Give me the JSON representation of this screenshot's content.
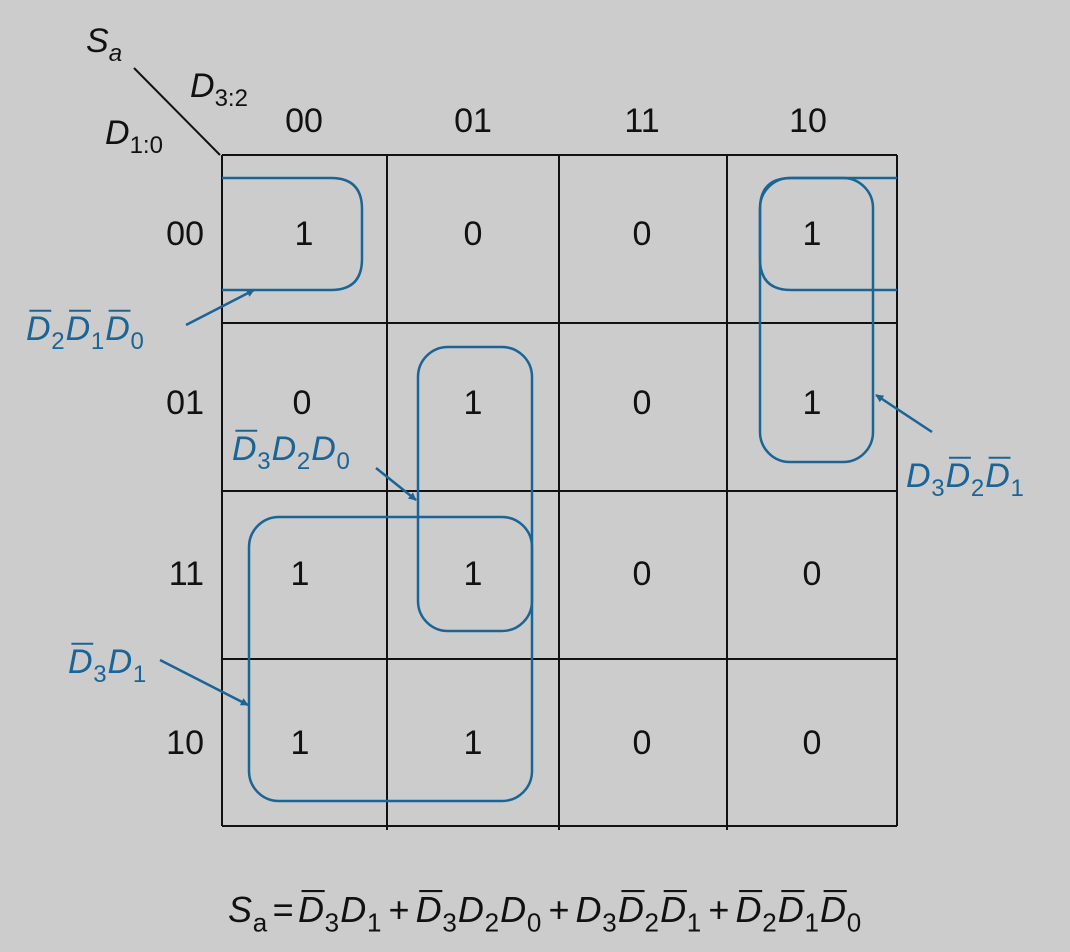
{
  "corner": {
    "output": "S",
    "output_sub": "a",
    "col_var": "D",
    "col_sub": "3:2",
    "row_var": "D",
    "row_sub": "1:0"
  },
  "col_labels": [
    "00",
    "01",
    "11",
    "10"
  ],
  "row_labels": [
    "00",
    "01",
    "11",
    "10"
  ],
  "cells": [
    [
      "1",
      "0",
      "0",
      "1"
    ],
    [
      "0",
      "1",
      "0",
      "1"
    ],
    [
      "1",
      "1",
      "0",
      "0"
    ],
    [
      "1",
      "1",
      "0",
      "0"
    ]
  ],
  "implicants": {
    "d2n_d1n_d0n": [
      {
        "v": "D",
        "s": "2",
        "bar": true
      },
      {
        "v": "D",
        "s": "1",
        "bar": true
      },
      {
        "v": "D",
        "s": "0",
        "bar": true
      }
    ],
    "d3n_d2_d0": [
      {
        "v": "D",
        "s": "3",
        "bar": true
      },
      {
        "v": "D",
        "s": "2",
        "bar": false
      },
      {
        "v": "D",
        "s": "0",
        "bar": false
      }
    ],
    "d3_d2n_d1n": [
      {
        "v": "D",
        "s": "3",
        "bar": false
      },
      {
        "v": "D",
        "s": "2",
        "bar": true
      },
      {
        "v": "D",
        "s": "1",
        "bar": true
      }
    ],
    "d3n_d1": [
      {
        "v": "D",
        "s": "3",
        "bar": true
      },
      {
        "v": "D",
        "s": "1",
        "bar": false
      }
    ]
  },
  "equation": {
    "lhs": {
      "v": "S",
      "s": "a"
    },
    "eq": "=",
    "plus": "+",
    "terms": [
      [
        {
          "v": "D",
          "s": "3",
          "bar": true
        },
        {
          "v": "D",
          "s": "1",
          "bar": false
        }
      ],
      [
        {
          "v": "D",
          "s": "3",
          "bar": true
        },
        {
          "v": "D",
          "s": "2",
          "bar": false
        },
        {
          "v": "D",
          "s": "0",
          "bar": false
        }
      ],
      [
        {
          "v": "D",
          "s": "3",
          "bar": false
        },
        {
          "v": "D",
          "s": "2",
          "bar": true
        },
        {
          "v": "D",
          "s": "1",
          "bar": true
        }
      ],
      [
        {
          "v": "D",
          "s": "2",
          "bar": true
        },
        {
          "v": "D",
          "s": "1",
          "bar": true
        },
        {
          "v": "D",
          "s": "0",
          "bar": true
        }
      ]
    ]
  },
  "colors": {
    "line": "#111111",
    "implicant": "#1a6496",
    "background": "#cccccc"
  }
}
